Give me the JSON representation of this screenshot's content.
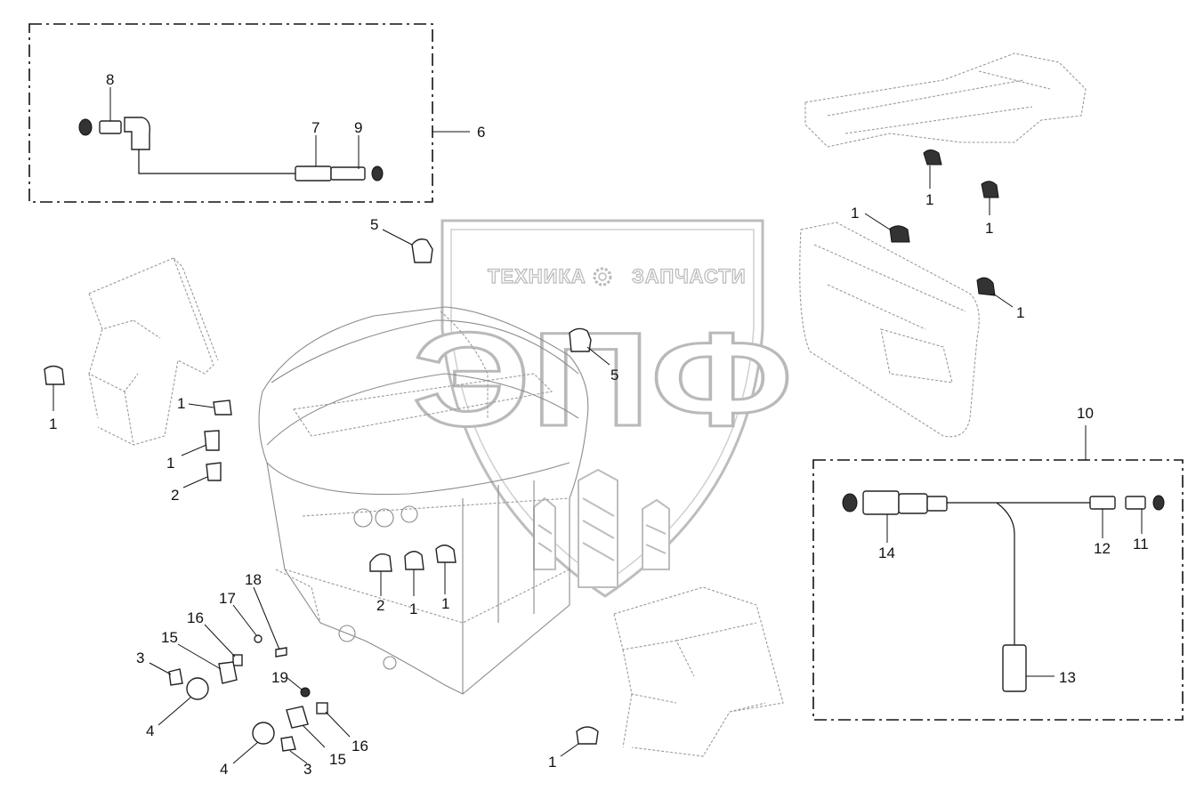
{
  "watermark": {
    "brand_left": "ТЕХНИКА",
    "brand_right": "ЗАПЧАСТИ",
    "logo_letters": "ЭПФ",
    "gear_icon": "gear-icon"
  },
  "callouts": {
    "c1a": "1",
    "c1b": "1",
    "c1c": "1",
    "c1d": "1",
    "c1e": "1",
    "c1f": "1",
    "c1g": "1",
    "c1h": "1",
    "c1i": "1",
    "c1j": "1",
    "c2a": "2",
    "c2b": "2",
    "c3a": "3",
    "c3b": "3",
    "c4a": "4",
    "c4b": "4",
    "c5a": "5",
    "c5b": "5",
    "c6": "6",
    "c7": "7",
    "c8": "8",
    "c9": "9",
    "c10": "10",
    "c11": "11",
    "c12": "12",
    "c13": "13",
    "c14": "14",
    "c15a": "15",
    "c15b": "15",
    "c16a": "16",
    "c16b": "16",
    "c17": "17",
    "c18": "18",
    "c19": "19"
  }
}
